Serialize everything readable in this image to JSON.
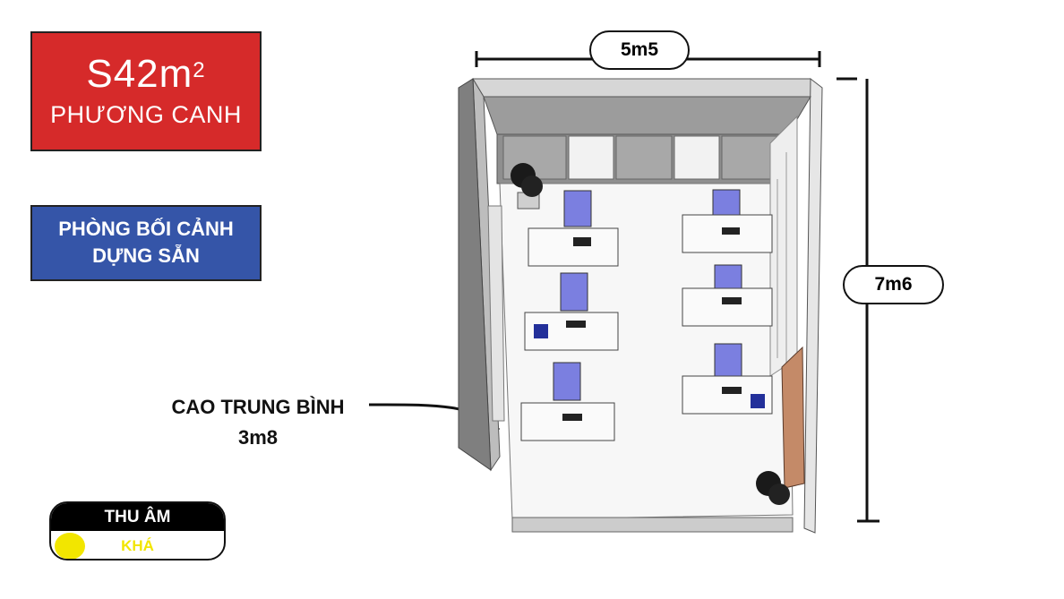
{
  "area": {
    "value": "S42m",
    "superscript": "2",
    "style": "PHƯƠNG CANH",
    "color": "#d62a2a"
  },
  "room_type": {
    "line1": "PHÒNG BỐI CẢNH",
    "line2": "DỰNG SẴN",
    "color": "#3555a8"
  },
  "dimensions": {
    "width": "5m5",
    "length": "7m6"
  },
  "ceiling": {
    "label": "CAO TRUNG BÌNH",
    "value": "3m8"
  },
  "acoustic": {
    "title": "THU ÂM",
    "level": "KHÁ",
    "indicator_color": "#f2e600"
  },
  "chair_color": "#7b7fe0"
}
